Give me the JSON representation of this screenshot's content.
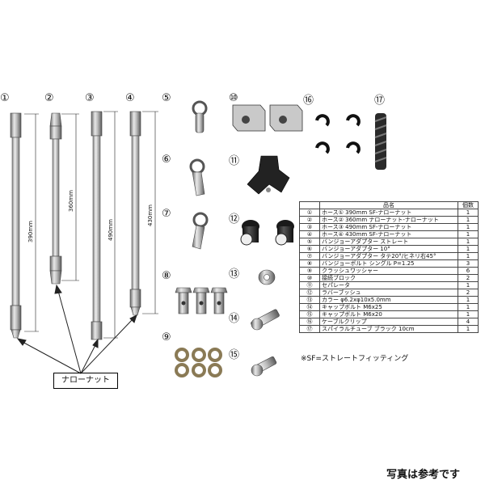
{
  "numbers": [
    "①",
    "②",
    "③",
    "④",
    "⑤",
    "⑥",
    "⑦",
    "⑧",
    "⑨",
    "⑩",
    "⑪",
    "⑫",
    "⑬",
    "⑭",
    "⑮",
    "⑯",
    "⑰"
  ],
  "dimensions": {
    "hose1": "390mm",
    "hose2": "360mm",
    "hose3": "490mm",
    "hose4": "430mm"
  },
  "nut_label": "ナローナット",
  "table": {
    "headers": [
      "",
      "品名",
      "個数"
    ],
    "rows": [
      [
        "①",
        "ホース① 390mm SF-ナローナット",
        "1"
      ],
      [
        "②",
        "ホース② 360mm ナローナット-ナローナット",
        "1"
      ],
      [
        "③",
        "ホース③ 490mm SF-ナローナット",
        "1"
      ],
      [
        "④",
        "ホース④ 430mm SF-ナローナット",
        "1"
      ],
      [
        "⑤",
        "バンジョーアダプター ストレート",
        "1"
      ],
      [
        "⑥",
        "バンジョーアダプター 10°",
        "1"
      ],
      [
        "⑦",
        "バンジョーアダプター タテ20°/ヒネリ右45°",
        "1"
      ],
      [
        "⑧",
        "バンジョーボルト シングル P=1.25",
        "3"
      ],
      [
        "⑨",
        "クラッシュワッシャー",
        "6"
      ],
      [
        "⑩",
        "接続ブロック",
        "2"
      ],
      [
        "⑪",
        "セパレータ",
        "1"
      ],
      [
        "⑫",
        "ラバーブッシュ",
        "2"
      ],
      [
        "⑬",
        "カラー φ6.2xφ10x5.0mm",
        "1"
      ],
      [
        "⑭",
        "キャップボルト M6x25",
        "1"
      ],
      [
        "⑮",
        "キャップボルト M6x20",
        "1"
      ],
      [
        "⑯",
        "ケーブルクリップ",
        "4"
      ],
      [
        "⑰",
        "スパイラルチューブ ブラック 10cm",
        "1"
      ]
    ]
  },
  "sf_note": "※SF=ストレートフィッティング",
  "disclaimer": "写真は参考です"
}
